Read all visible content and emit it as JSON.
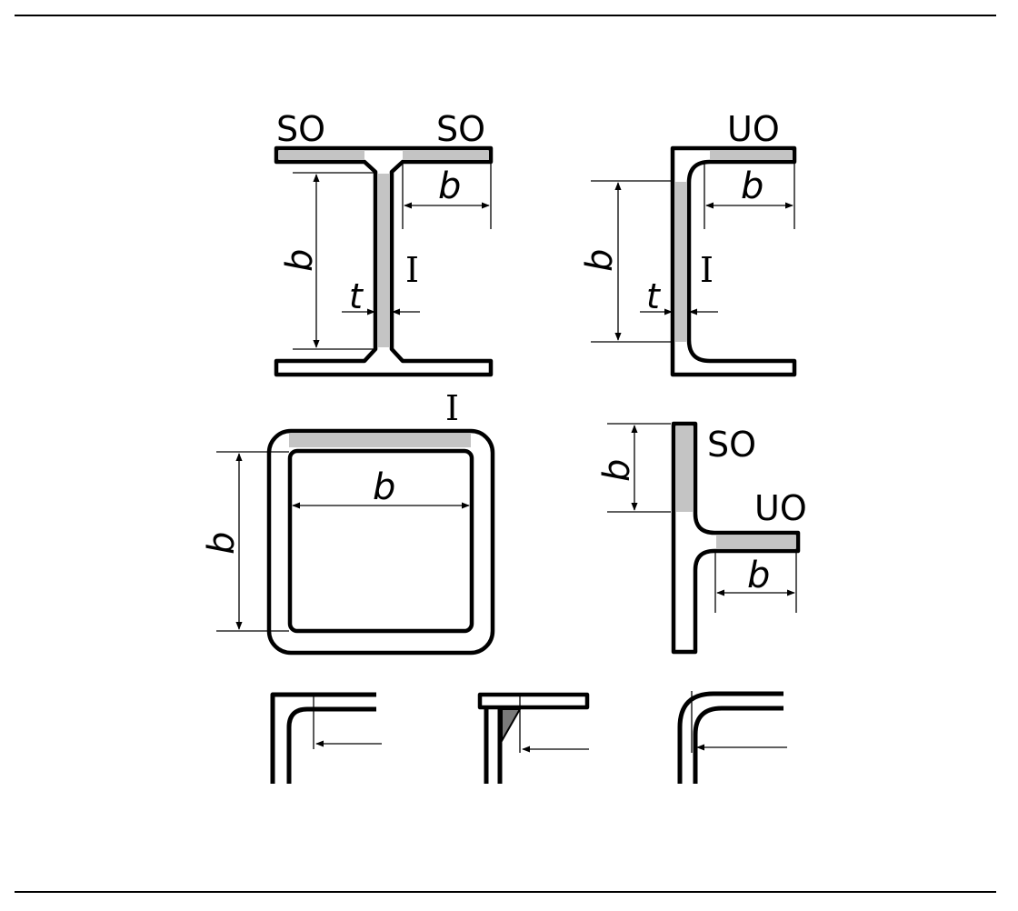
{
  "colors": {
    "stroke": "#000000",
    "shade": "#c4c4c4",
    "background": "#ffffff"
  },
  "labels": {
    "so": "SO",
    "uo": "UO",
    "b": "b",
    "t": "t",
    "section_class": "I"
  }
}
